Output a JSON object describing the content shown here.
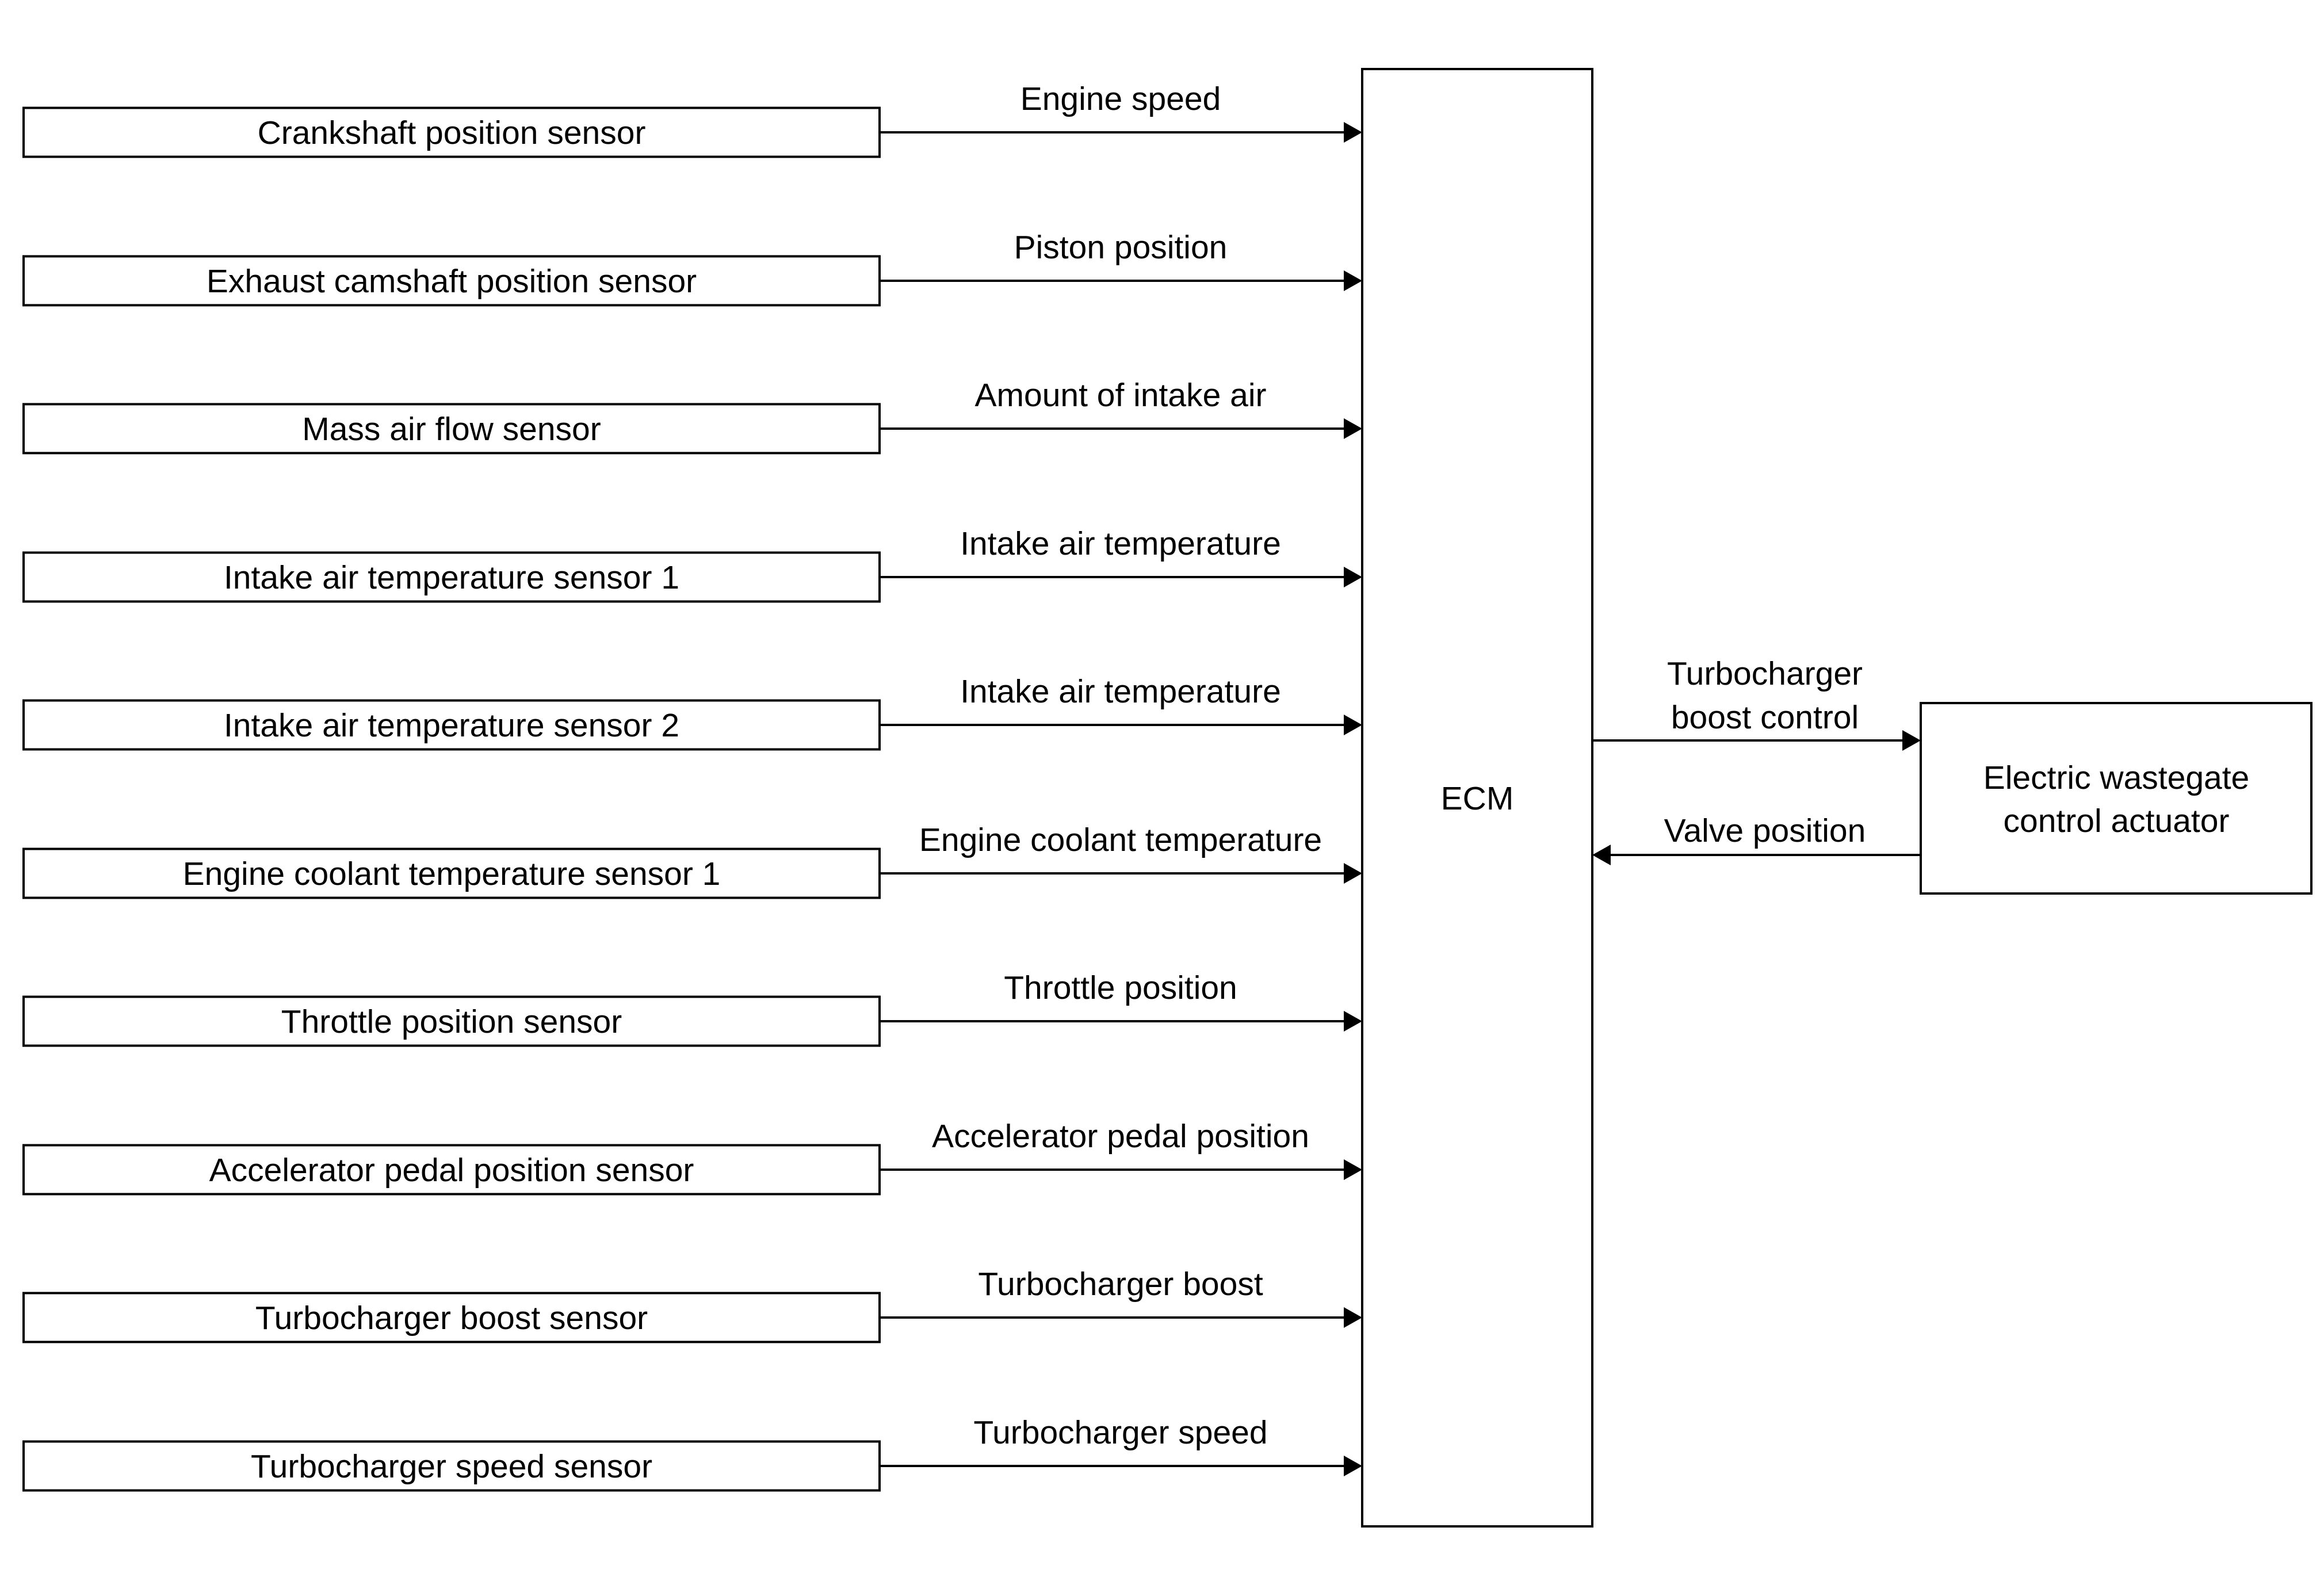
{
  "sensors": [
    {
      "label": "Crankshaft position sensor",
      "signal": "Engine speed"
    },
    {
      "label": "Exhaust camshaft position sensor",
      "signal": "Piston position"
    },
    {
      "label": "Mass air flow sensor",
      "signal": "Amount of intake air"
    },
    {
      "label": "Intake air temperature sensor 1",
      "signal": "Intake air temperature"
    },
    {
      "label": "Intake air temperature sensor 2",
      "signal": "Intake air temperature"
    },
    {
      "label": "Engine coolant temperature sensor 1",
      "signal": "Engine coolant temperature"
    },
    {
      "label": "Throttle position sensor",
      "signal": "Throttle position"
    },
    {
      "label": "Accelerator pedal position sensor",
      "signal": "Accelerator pedal position"
    },
    {
      "label": "Turbocharger boost sensor",
      "signal": "Turbocharger boost"
    },
    {
      "label": "Turbocharger speed sensor",
      "signal": "Turbocharger speed"
    }
  ],
  "ecm": {
    "label": "ECM"
  },
  "actuator": {
    "line1": "Electric wastegate",
    "line2": "control actuator"
  },
  "output_signal": {
    "line1": "Turbocharger",
    "line2": "boost control"
  },
  "feedback_signal": {
    "label": "Valve position"
  }
}
